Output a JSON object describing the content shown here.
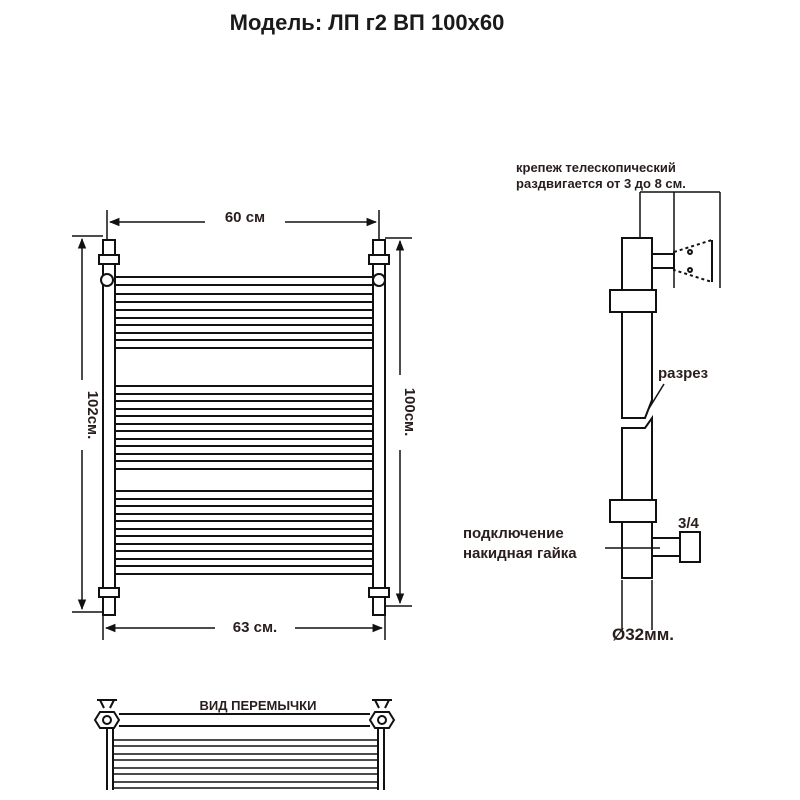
{
  "title": "Модель: ЛП г2 ВП 100х60",
  "front_view": {
    "width_top": "60 см",
    "width_bottom": "63 см.",
    "height_left": "102см.",
    "height_right": "100см."
  },
  "side_view": {
    "mount_label_line1": "крепеж телескопический",
    "mount_label_line2": "раздвигается от 3 до 8 см.",
    "section_label": "разрез",
    "connection_line1": "подключение",
    "connection_line2": "накидная гайка",
    "thread_size": "3/4",
    "pipe_diameter": "Ø32мм."
  },
  "bridge_view": {
    "label": "ВИД ПЕРЕМЫЧКИ"
  }
}
